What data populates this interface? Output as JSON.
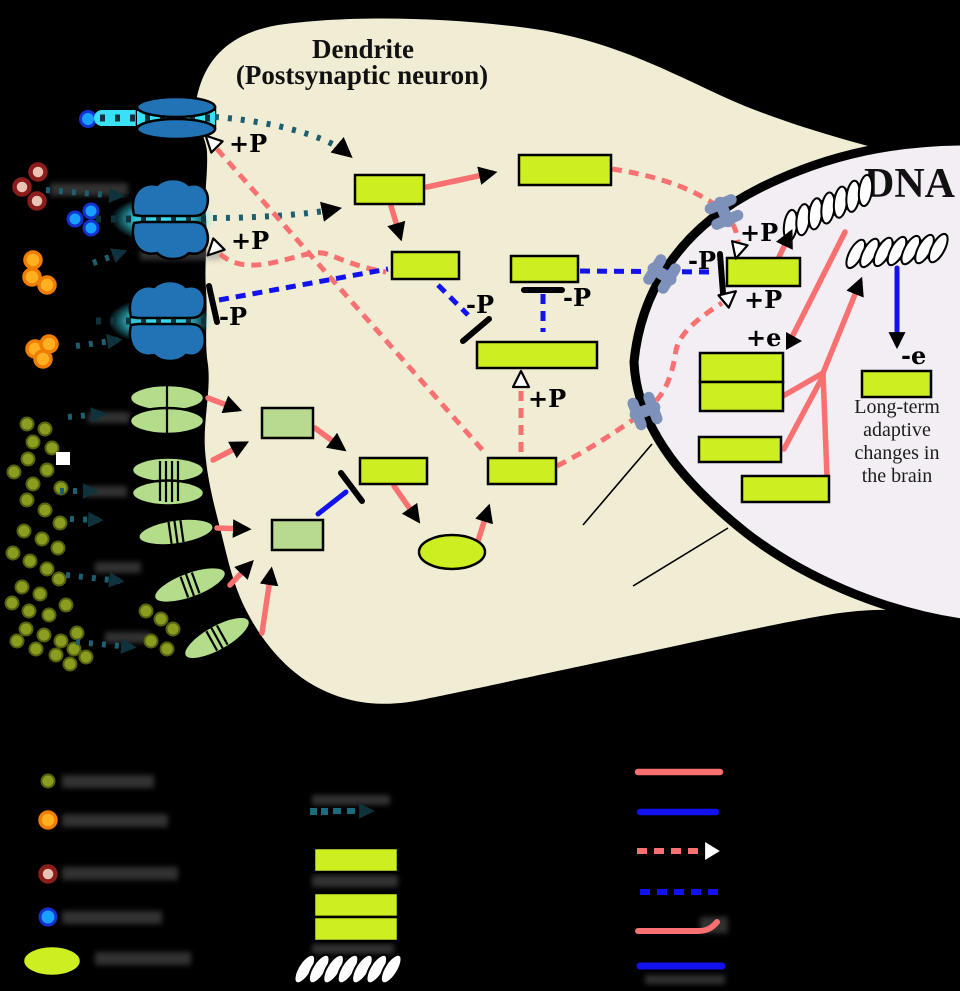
{
  "title": {
    "line1": "Dendrite",
    "line2": "(Postsynaptic neuron)"
  },
  "nucleus": {
    "label": "DNA",
    "outcome_lines": [
      "Long-term",
      "adaptive",
      "changes in",
      "the brain"
    ]
  },
  "marks": {
    "plus_p": "+P",
    "minus_p": "-P",
    "plus_e": "+e",
    "minus_e": "-e"
  },
  "colors": {
    "background": "#000000",
    "cell_fill": "#f1edd4",
    "nucleus_fill": "#f2eef3",
    "signal_box": "#cdef21",
    "pale_box": "#b7da8e",
    "activation_red": "#f87070",
    "inhibition_blue": "#1212ee",
    "neurotransmission_teal": "#1d5f6e",
    "receptor_blue": "#2273b5",
    "channel_cyan": "#3ae0f5",
    "vesicle_green": "#b3dc8b",
    "nuclear_pore": "#7e91ba",
    "glutamate_dot": "#8c9c20",
    "orange_dot": "#ffb021",
    "opioid_dot_ring": "#8b1d1d",
    "blue_dot": "#18a0ff"
  }
}
